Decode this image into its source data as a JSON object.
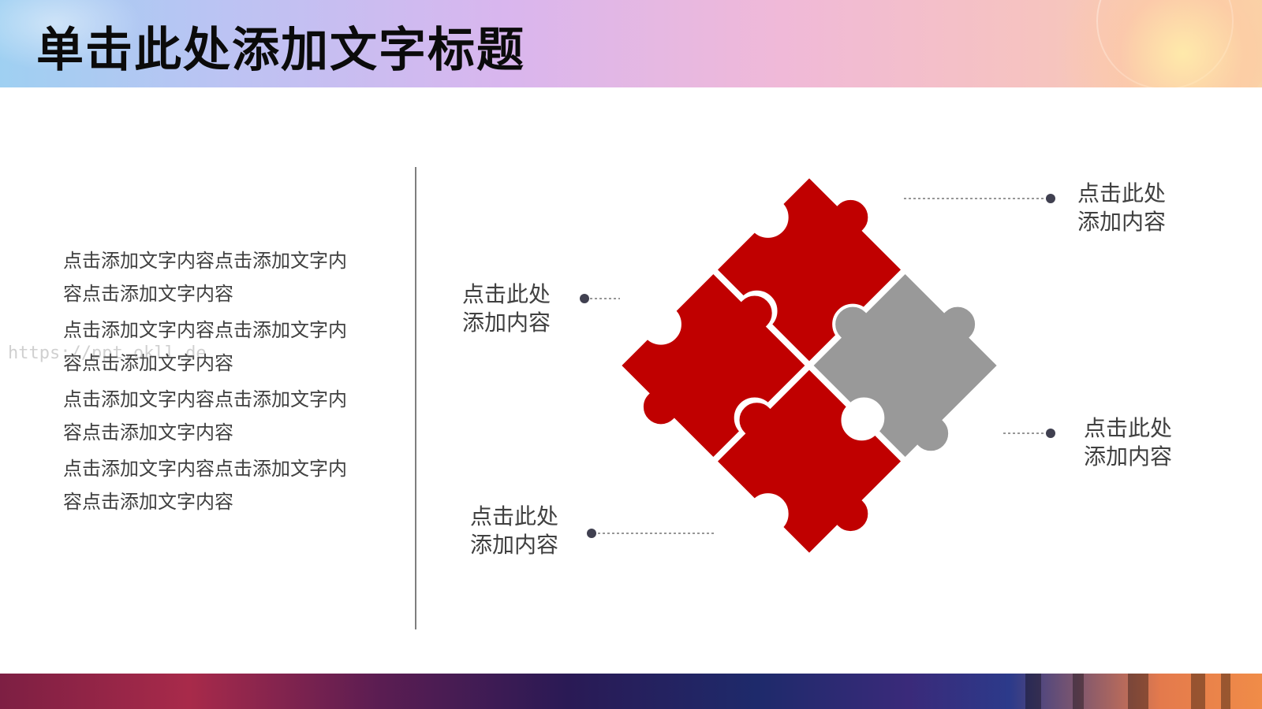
{
  "title": "单击此处添加文字标题",
  "paragraphs": [
    "点击添加文字内容点击添加文字内容点击添加文字内容",
    "点击添加文字内容点击添加文字内容点击添加文字内容",
    "点击添加文字内容点击添加文字内容点击添加文字内容",
    "点击添加文字内容点击添加文字内容点击添加文字内容"
  ],
  "watermark": "https://ppt.okll.de",
  "callouts": {
    "top_right": {
      "line1": "点击此处",
      "line2": "添加内容"
    },
    "mid_left": {
      "line1": "点击此处",
      "line2": "添加内容"
    },
    "right": {
      "line1": "点击此处",
      "line2": "添加内容"
    },
    "bottom_left": {
      "line1": "点击此处",
      "line2": "添加内容"
    }
  },
  "colors": {
    "puzzle_red": "#c00000",
    "puzzle_gray": "#999999",
    "text": "#404040"
  }
}
